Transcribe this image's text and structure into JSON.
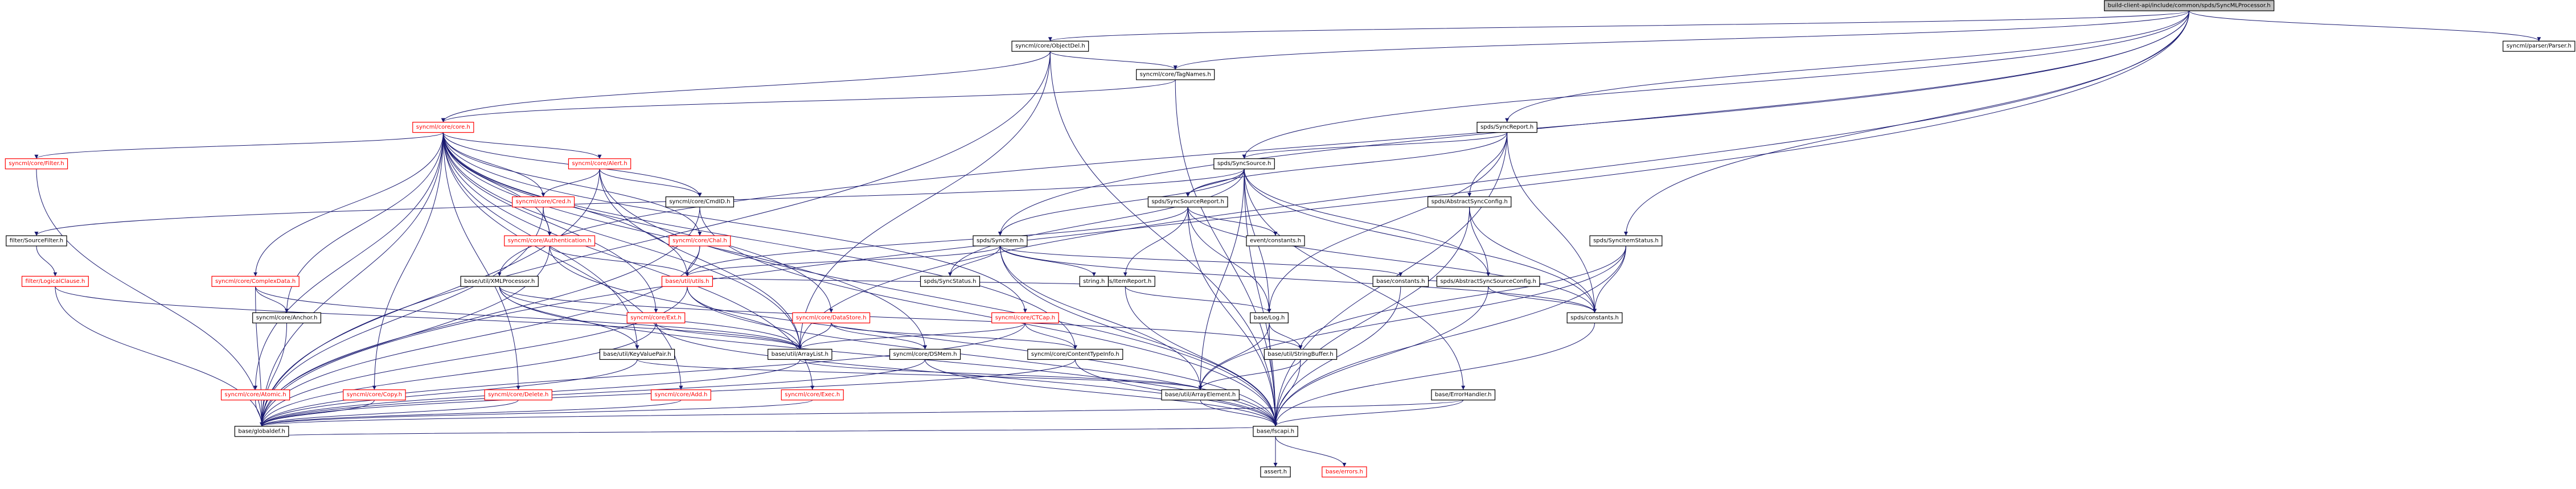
{
  "colors": {
    "edge": "#191970",
    "node_border": "#000000",
    "node_red_border": "#ff0000",
    "root_fill": "#bfbfbf",
    "background": "#ffffff"
  },
  "nodes": [
    {
      "id": "root",
      "label": "build-client-api/include/common/spds/SyncMLProcessor.h",
      "style": "root"
    },
    {
      "id": "objectdel",
      "label": "syncml/core/ObjectDel.h"
    },
    {
      "id": "tagnames",
      "label": "syncml/core/TagNames.h"
    },
    {
      "id": "parser",
      "label": "syncml/parser/Parser.h"
    },
    {
      "id": "syncreport",
      "label": "spds/SyncReport.h"
    },
    {
      "id": "syncsource",
      "label": "spds/SyncSource.h"
    },
    {
      "id": "coreh",
      "label": "syncml/core/core.h",
      "style": "red"
    },
    {
      "id": "filter",
      "label": "syncml/core/Filter.h",
      "style": "red"
    },
    {
      "id": "alert",
      "label": "syncml/core/Alert.h",
      "style": "red"
    },
    {
      "id": "cmdid",
      "label": "syncml/core/CmdID.h"
    },
    {
      "id": "cred",
      "label": "syncml/core/Cred.h",
      "style": "red"
    },
    {
      "id": "syncsourcereport",
      "label": "spds/SyncSourceReport.h"
    },
    {
      "id": "abstractsyncconfig",
      "label": "spds/AbstractSyncConfig.h"
    },
    {
      "id": "sourcefilter",
      "label": "filter/SourceFilter.h"
    },
    {
      "id": "authentication",
      "label": "syncml/core/Authentication.h",
      "style": "red"
    },
    {
      "id": "chal",
      "label": "syncml/core/Chal.h",
      "style": "red"
    },
    {
      "id": "syncitem",
      "label": "spds/SyncItem.h"
    },
    {
      "id": "itemreport",
      "label": "spds/ItemReport.h"
    },
    {
      "id": "eventconstants",
      "label": "event/constants.h"
    },
    {
      "id": "abstractsyncsourceconfig",
      "label": "spds/AbstractSyncSourceConfig.h"
    },
    {
      "id": "syncitemstatus",
      "label": "spds/SyncItemStatus.h"
    },
    {
      "id": "logicalclause",
      "label": "filter/LogicalClause.h",
      "style": "red"
    },
    {
      "id": "complexdata",
      "label": "syncml/core/ComplexData.h",
      "style": "red"
    },
    {
      "id": "xmlprocessor",
      "label": "base/util/XMLProcessor.h"
    },
    {
      "id": "utils",
      "label": "base/util/utils.h",
      "style": "red"
    },
    {
      "id": "exec_ext",
      "label": "syncml/core/Ext.h",
      "style": "red"
    },
    {
      "id": "datastore",
      "label": "syncml/core/DataStore.h",
      "style": "red"
    },
    {
      "id": "ctcap",
      "label": "syncml/core/CTCap.h",
      "style": "red"
    },
    {
      "id": "stringh",
      "label": "string.h"
    },
    {
      "id": "syncstatus",
      "label": "spds/SyncStatus.h"
    },
    {
      "id": "log",
      "label": "base/Log.h"
    },
    {
      "id": "baseconstants",
      "label": "base/constants.h"
    },
    {
      "id": "spdsconstants",
      "label": "spds/constants.h"
    },
    {
      "id": "anchor",
      "label": "syncml/core/Anchor.h"
    },
    {
      "id": "keyvaluepair",
      "label": "base/util/KeyValuePair.h"
    },
    {
      "id": "arraylist",
      "label": "base/util/ArrayList.h"
    },
    {
      "id": "dsmem",
      "label": "syncml/core/DSMem.h"
    },
    {
      "id": "contenttypeinfo",
      "label": "syncml/core/ContentTypeInfo.h"
    },
    {
      "id": "stringbuffer",
      "label": "base/util/StringBuffer.h"
    },
    {
      "id": "atomic",
      "label": "syncml/core/Atomic.h",
      "style": "red"
    },
    {
      "id": "copy",
      "label": "syncml/core/Copy.h",
      "style": "red"
    },
    {
      "id": "delete",
      "label": "syncml/core/Delete.h",
      "style": "red"
    },
    {
      "id": "add",
      "label": "syncml/core/Add.h",
      "style": "red"
    },
    {
      "id": "exec",
      "label": "syncml/core/Exec.h",
      "style": "red"
    },
    {
      "id": "arrayelement",
      "label": "base/util/ArrayElement.h"
    },
    {
      "id": "errorhandler",
      "label": "base/ErrorHandler.h"
    },
    {
      "id": "globaldef",
      "label": "base/globaldef.h"
    },
    {
      "id": "fscapi",
      "label": "base/fscapi.h"
    },
    {
      "id": "asserth",
      "label": "assert.h"
    },
    {
      "id": "baseerrors",
      "label": "base/errors.h",
      "style": "red"
    }
  ]
}
